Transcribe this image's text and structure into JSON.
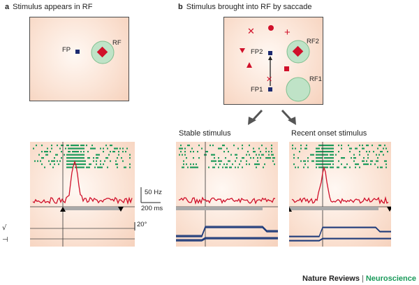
{
  "panel_a": {
    "letter": "a",
    "title": "Stimulus appears in RF",
    "fp_label": "FP",
    "rf_label": "RF"
  },
  "panel_b": {
    "letter": "b",
    "title": "Stimulus brought into RF by saccade",
    "fp2_label": "FP2",
    "fp1_label": "FP1",
    "rf2_label": "RF2",
    "rf1_label": "RF1"
  },
  "conditions": {
    "stable": "Stable stimulus",
    "recent": "Recent onset stimulus"
  },
  "scale": {
    "rate": "50 Hz",
    "time": "200 ms",
    "eye": "20°"
  },
  "footer": {
    "journal": "Nature Reviews",
    "separator": "|",
    "section": "Neuroscience"
  },
  "colors": {
    "spikes": "#1a9a5a",
    "psth": "#d0102a",
    "eye_trace": "#1c3a7a",
    "rf_fill": "#bfe3c7",
    "stim": "#d0102a",
    "fixation": "#1c2a70"
  }
}
